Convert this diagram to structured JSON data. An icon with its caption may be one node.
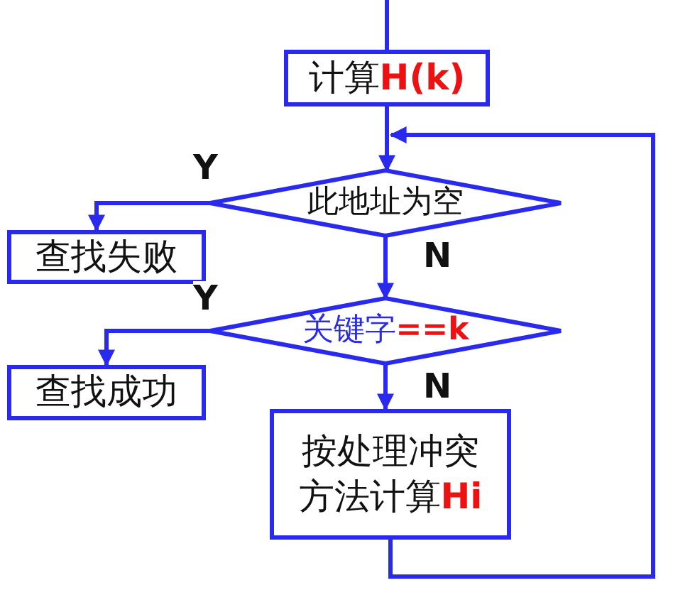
{
  "diagram": {
    "nodes": [
      {
        "text": [
          "计算**H(k)**"
        ]
      },
      {
        "text": [
          "此地址为空"
        ]
      },
      {
        "text": [
          "查找失败"
        ]
      },
      {
        "text": [
          "关键字**==k**"
        ]
      },
      {
        "text": [
          "查找成功"
        ]
      },
      {
        "text": [
          "按处理冲突方法计算**Hi**"
        ]
      }
    ],
    "edges": [
      {
        "from": null,
        "to": 0,
        "arrow": "none"
      },
      {
        "from": 0,
        "to": 1,
        "arrow": "to"
      },
      {
        "from": 1,
        "to": 2,
        "arrow": "to",
        "label": "Y"
      },
      {
        "from": 1,
        "to": 3,
        "arrow": "to",
        "label": "N"
      },
      {
        "from": 3,
        "to": 4,
        "arrow": "to",
        "label": "Y"
      },
      {
        "from": 3,
        "to": 5,
        "arrow": "to",
        "label": "N"
      },
      {
        "from": 5,
        "to": 1,
        "arrow": "to"
      }
    ]
  }
}
